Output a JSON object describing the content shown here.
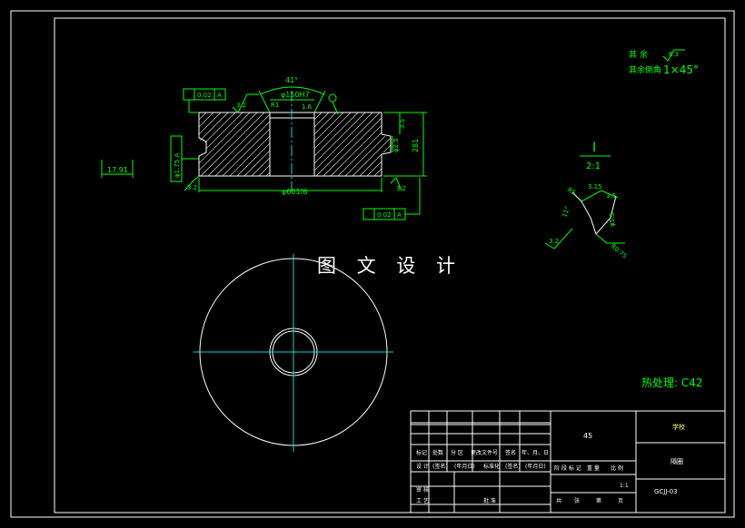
{
  "watermark": "图 文 设 计",
  "notes": {
    "remaining_label": "其 余",
    "remaining_roughness": "6.3",
    "remaining_chamfer_label": "其余倒角",
    "remaining_chamfer_value": "1×45°",
    "heat_treatment": "热处理: C42"
  },
  "front_view": {
    "angle": "41°",
    "bore_dim": "φ150H7",
    "outer_dim": "φ601f6",
    "height_dim": "281",
    "groove_dim": "φ2.5",
    "groove_depth": "3.5",
    "radius_top": "R1",
    "side_tol_label": "φ1.75 A",
    "top_tol_value": "0.02",
    "top_tol_datum": "A",
    "bottom_tol_value": "0.02",
    "bottom_tol_datum": "A",
    "roughness_a": "3.2",
    "roughness_b": "3.2",
    "roughness_c": "3.2",
    "roughness_d": "1.6",
    "offset_dim": "17.91"
  },
  "detail_view": {
    "title": "I",
    "scale": "2:1",
    "dim_a": "3.5",
    "dim_b": "3.15",
    "dim_c": "R0.75",
    "dim_d": "R5",
    "dim_e": "φ5.5",
    "angle": "11°",
    "roughness": "3.2"
  },
  "title_block": {
    "material": "45",
    "school": "学校",
    "part_name": "隔圈",
    "drawing_no": "GCJJ-03",
    "scale": "1:1",
    "row_labels": [
      "标记",
      "处数",
      "分 区",
      "更改文件号",
      "签名",
      "年、月、日"
    ],
    "design_row": [
      "设 计",
      "(签名)",
      "(年月日)",
      "标准化",
      "(签名)",
      "(年月日)"
    ],
    "stage_headers": [
      "阶 段 标 记",
      "重 量",
      "比 例"
    ],
    "review": "审 核",
    "process": "工 艺",
    "approve": "批 准",
    "sheet_info": [
      "共",
      "张",
      "第",
      "页"
    ]
  }
}
